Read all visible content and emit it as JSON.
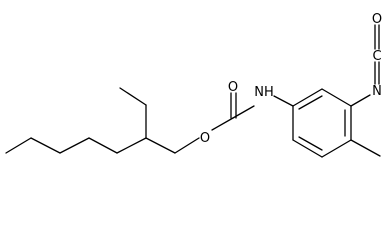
{
  "atoms": {
    "carbonyl_o": "O",
    "ester_o": "O",
    "nh": "NH",
    "isocyanate_n": "N",
    "isocyanate_c": "C",
    "isocyanate_o": "O"
  },
  "colors": {
    "bond": "#000000",
    "label": "#000000",
    "background": "#ffffff"
  }
}
